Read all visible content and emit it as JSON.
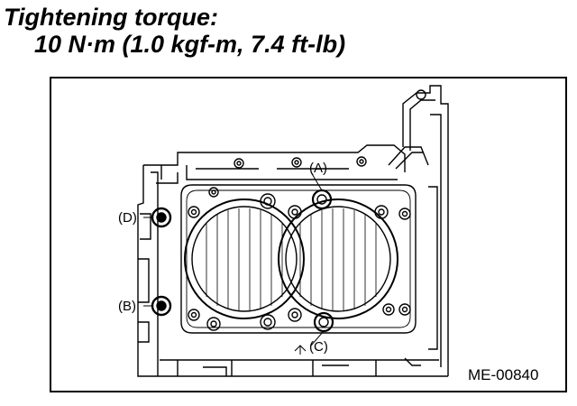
{
  "heading": {
    "line1": "Tightening torque:",
    "line2": "10 N·m (1.0 kgf-m, 7.4 ft-lb)"
  },
  "figure": {
    "callouts": {
      "a": "(A)",
      "b": "(B)",
      "c": "(C)",
      "d": "(D)"
    },
    "code": "ME-00840"
  }
}
